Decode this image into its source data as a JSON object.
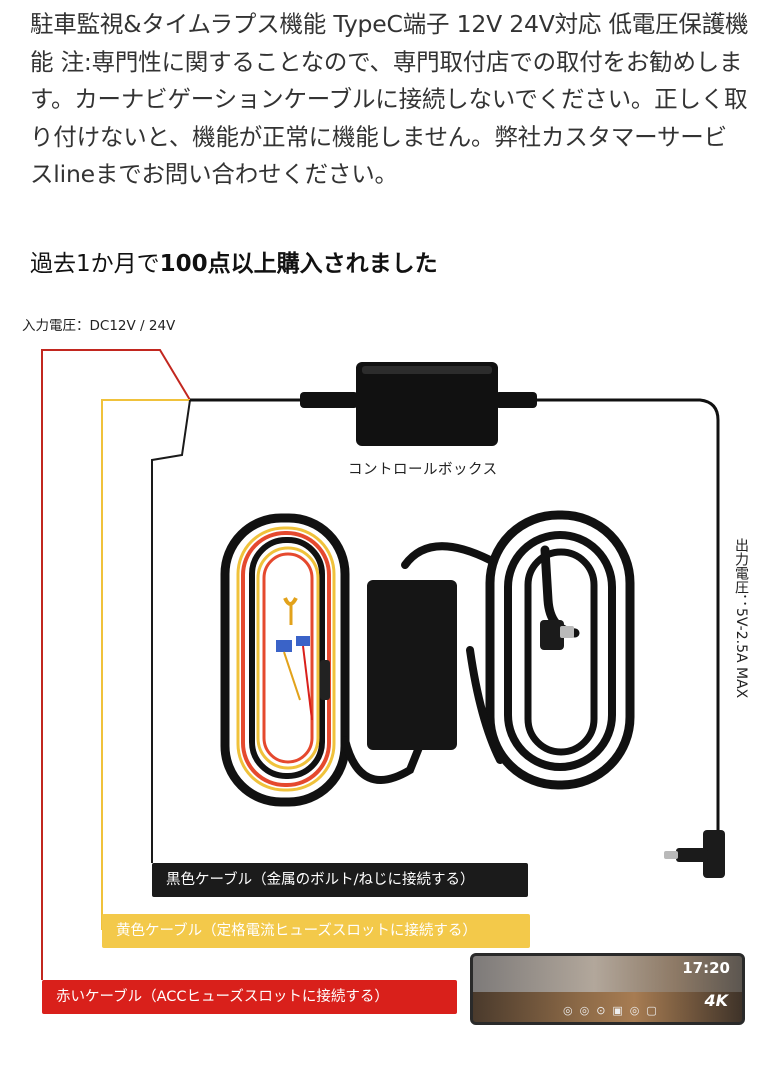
{
  "description": "駐車監視&タイムラプス機能 TypeC端子 12V 24V対応 低電圧保護機能 注:専門性に関することなので、専門取付店での取付をお勧めします。カーナビゲーションケーブルに接続しないでください。正しく取り付けないと、機能が正常に機能しません。弊社カスタマーサービスlineまでお問い合わせください。",
  "purchase": {
    "prefix": "過去1か月で",
    "highlight": "100点以上購入されました"
  },
  "diagram": {
    "input_voltage": "入力電圧：DC12V / 24V",
    "control_box": "コントロールボックス",
    "output_voltage": "出力電圧：5V-2.5A MAX",
    "black_cable": "黒色ケーブル（金属のボルト/ねじに接続する）",
    "yellow_cable": "黄色ケーブル（定格電流ヒューズスロットに接続する）",
    "red_cable": "赤いケーブル（ACCヒューズスロットに接続する）",
    "mirror_clock": "17:20",
    "mirror_resolution": "4K"
  },
  "colors": {
    "red_wire": "#c2271f",
    "yellow_wire": "#f0c23b",
    "black_wire": "#1a1a1a",
    "cable": "#111111"
  },
  "icons": [
    "control-box-icon",
    "cable-coil-icon",
    "fuse-tap-icon",
    "usb-c-connector-icon",
    "mirror-dashcam-icon"
  ]
}
